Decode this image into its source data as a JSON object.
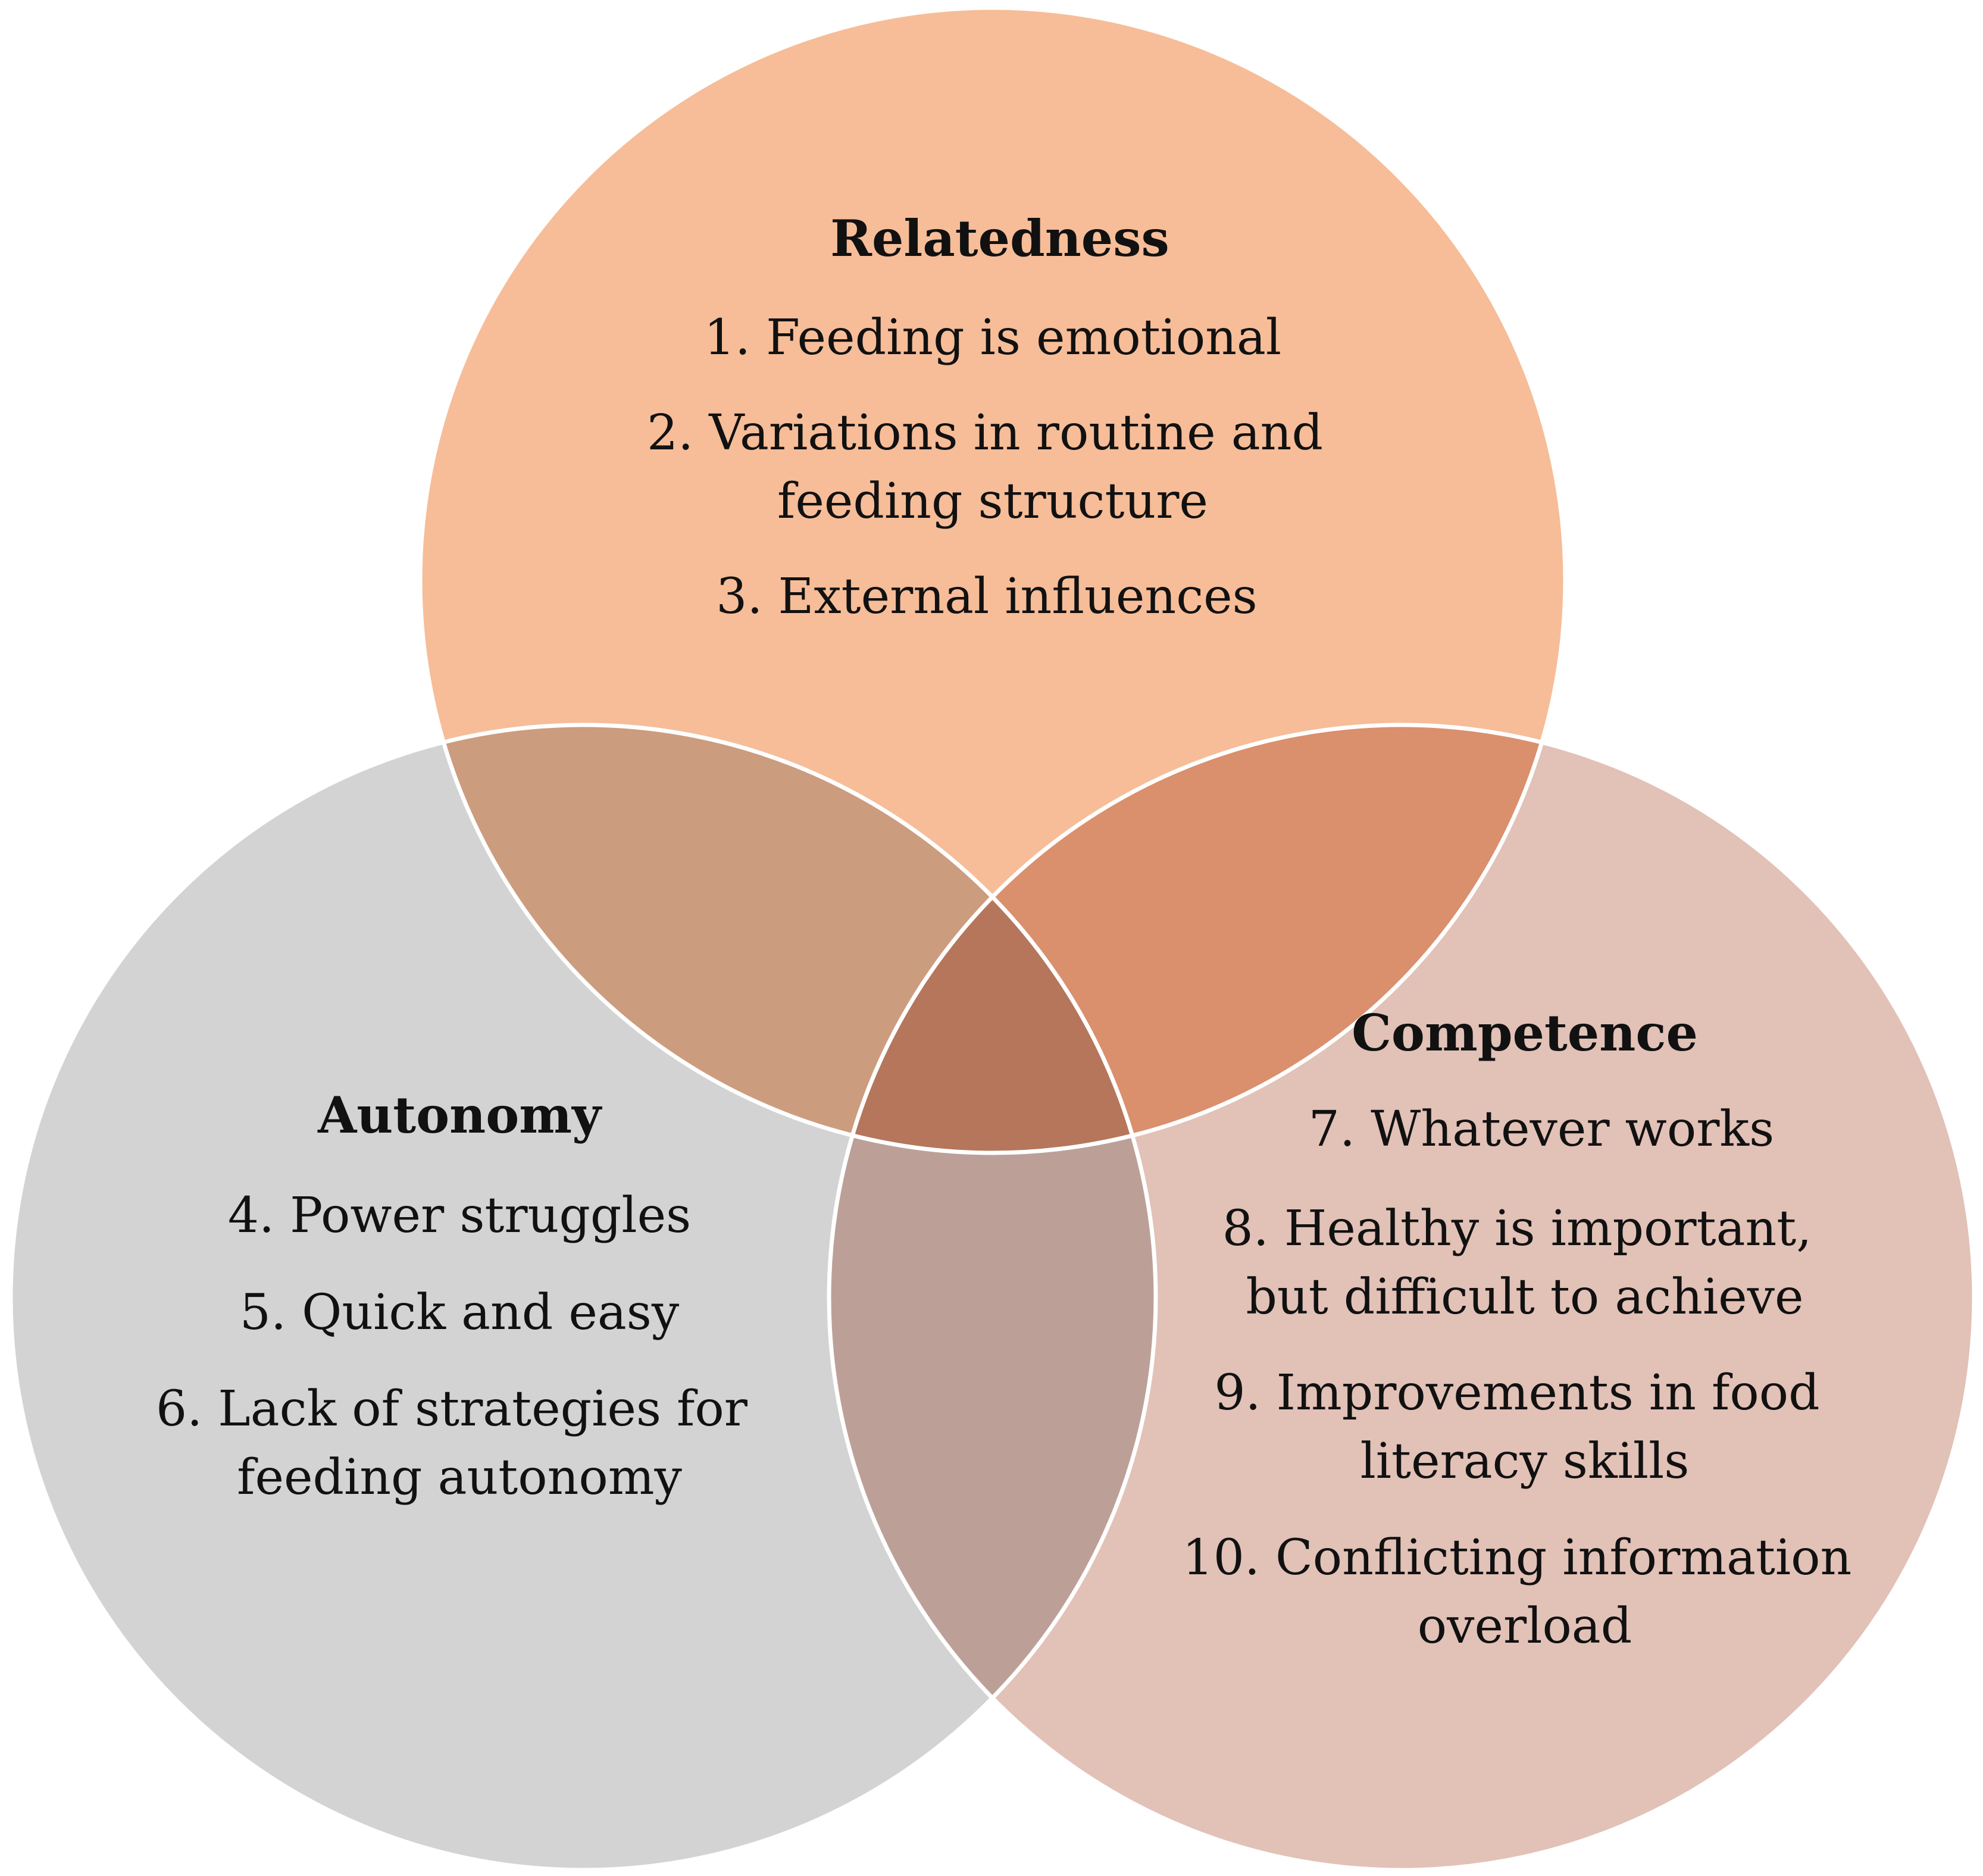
{
  "colors": {
    "relatedness": "#f6bd98",
    "autonomy": "#d4d3d3",
    "competence": "#e2c1b7",
    "outline": "#ffffff"
  },
  "sets": {
    "relatedness": {
      "title": "Relatedness",
      "items": [
        [
          "1. Feeding is emotional"
        ],
        [
          "2. Variations in routine and",
          "feeding structure"
        ],
        [
          "3. External influences"
        ]
      ]
    },
    "autonomy": {
      "title": "Autonomy",
      "items": [
        [
          "4. Power struggles"
        ],
        [
          "5. Quick and easy"
        ],
        [
          "6. Lack of strategies for",
          "feeding autonomy"
        ]
      ]
    },
    "competence": {
      "title": "Competence",
      "items": [
        [
          "7. Whatever works"
        ],
        [
          "8. Healthy is important,",
          "but difficult to achieve"
        ],
        [
          "9. Improvements in food",
          "literacy skills"
        ],
        [
          "10. Conflicting information",
          "overload"
        ]
      ]
    }
  }
}
